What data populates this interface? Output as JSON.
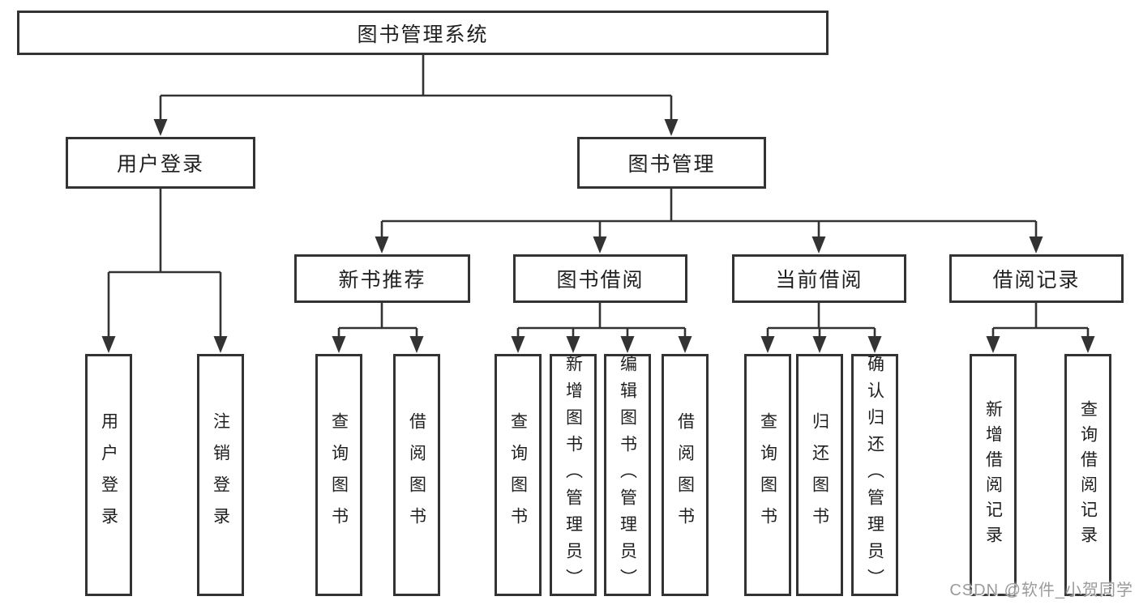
{
  "title": "图书管理系统",
  "branches": {
    "login": {
      "label": "用户登录",
      "children": [
        "用户登录",
        "注销登录"
      ]
    },
    "management": {
      "label": "图书管理",
      "sections": {
        "recommend": {
          "label": "新书推荐",
          "children": [
            "查询图书",
            "借阅图书"
          ]
        },
        "borrow": {
          "label": "图书借阅",
          "children": [
            "查询图书",
            "新增图书（管理员）",
            "编辑图书（管理员）",
            "借阅图书"
          ]
        },
        "current": {
          "label": "当前借阅",
          "children": [
            "查询图书",
            "归还图书",
            "确认归还（管理员）"
          ]
        },
        "records": {
          "label": "借阅记录",
          "children": [
            "新增借阅记录",
            "查询借阅记录"
          ]
        }
      }
    }
  },
  "watermark": "CSDN @软件_小贺同学",
  "colors": {
    "background": "#ffffff",
    "line": "#333333",
    "box_border": "#333333",
    "text": "#1f1f1f",
    "watermark": "#9b9b9b"
  }
}
